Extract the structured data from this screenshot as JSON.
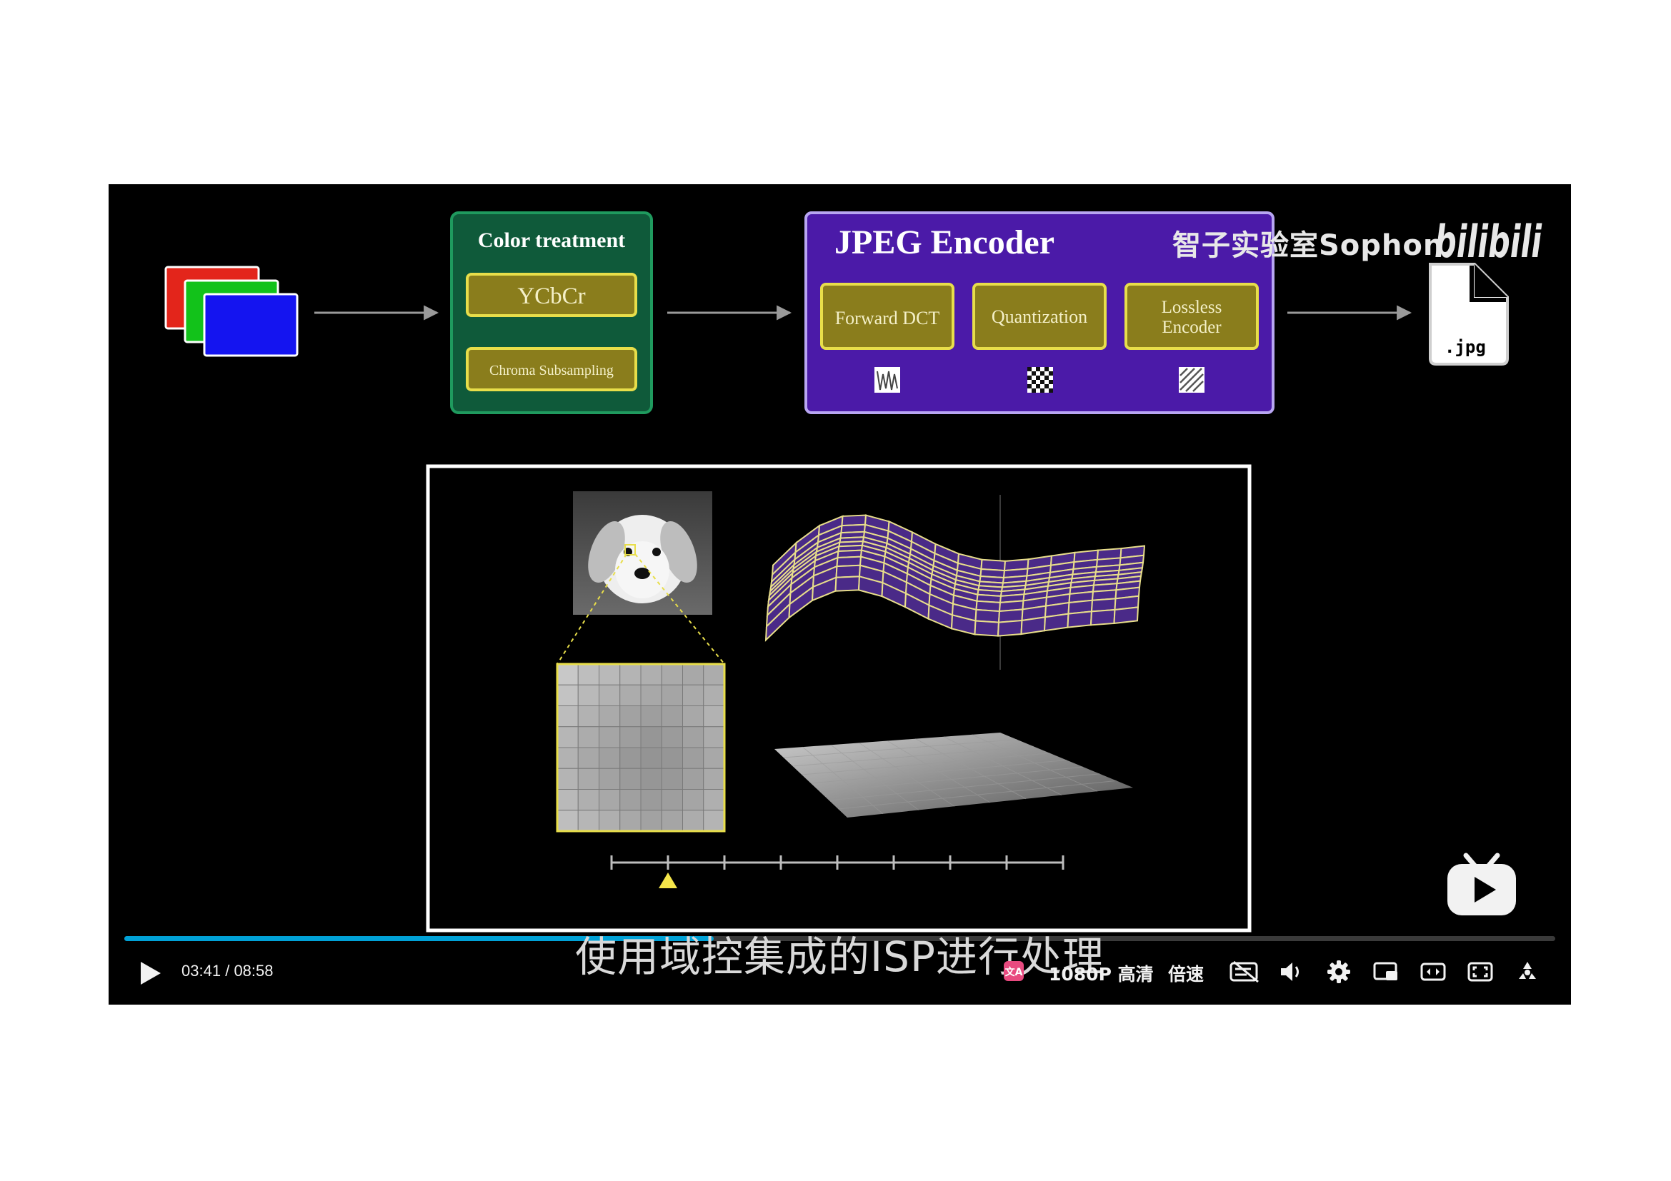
{
  "pipeline": {
    "color_treatment": {
      "title": "Color treatment",
      "ycbcr": "YCbCr",
      "chroma": "Chroma Subsampling"
    },
    "encoder": {
      "title": "JPEG Encoder",
      "dct": "Forward DCT",
      "quant": "Quantization",
      "lossless_1": "Lossless",
      "lossless_2": "Encoder"
    },
    "output_file": ".jpg"
  },
  "watermark": {
    "channel": "智子实验室Sophon",
    "logo": "bilibili"
  },
  "subtitle": "使用域控集成的ISP进行处理",
  "player": {
    "current_time": "03:41",
    "separator": "/",
    "duration": "08:58",
    "progress": 0.412,
    "quality": "1080P 高清",
    "speed": "倍速",
    "accent": "#00a1d6"
  },
  "icons": [
    "play-icon",
    "subtitle-translate-icon",
    "danmaku-off-icon",
    "volume-icon",
    "settings-icon",
    "mini-player-icon",
    "widescreen-icon",
    "web-fullscreen-icon",
    "fullscreen-icon",
    "favorite-icon"
  ],
  "colors": {
    "color_treatment_bg": "#0f5a3a",
    "encoder_bg": "#4b1aa8",
    "block_fill": "#8a7d1c",
    "block_border": "#e8de4a"
  }
}
